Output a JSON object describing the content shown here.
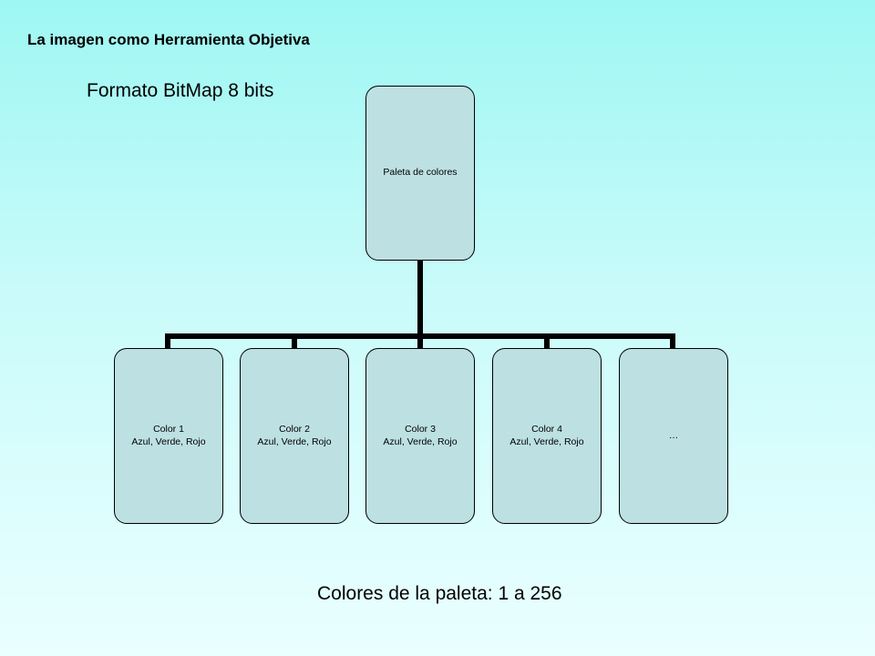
{
  "slide": {
    "title": "La imagen como Herramienta Objetiva",
    "subtitle": "Formato BitMap 8 bits",
    "footer": "Colores de la paleta: 1 a 256"
  },
  "diagram": {
    "root": {
      "label": "Paleta de colores"
    },
    "children": [
      {
        "title": "Color 1",
        "detail": "Azul, Verde, Rojo"
      },
      {
        "title": "Color 2",
        "detail": "Azul, Verde, Rojo"
      },
      {
        "title": "Color 3",
        "detail": "Azul, Verde, Rojo"
      },
      {
        "title": "Color 4",
        "detail": "Azul, Verde, Rojo"
      },
      {
        "title": "…",
        "detail": ""
      }
    ]
  },
  "colors": {
    "node_fill": "#bde0e3",
    "connector": "#000000",
    "background_top": "#9ef7f3",
    "background_bottom": "#eaffff"
  }
}
